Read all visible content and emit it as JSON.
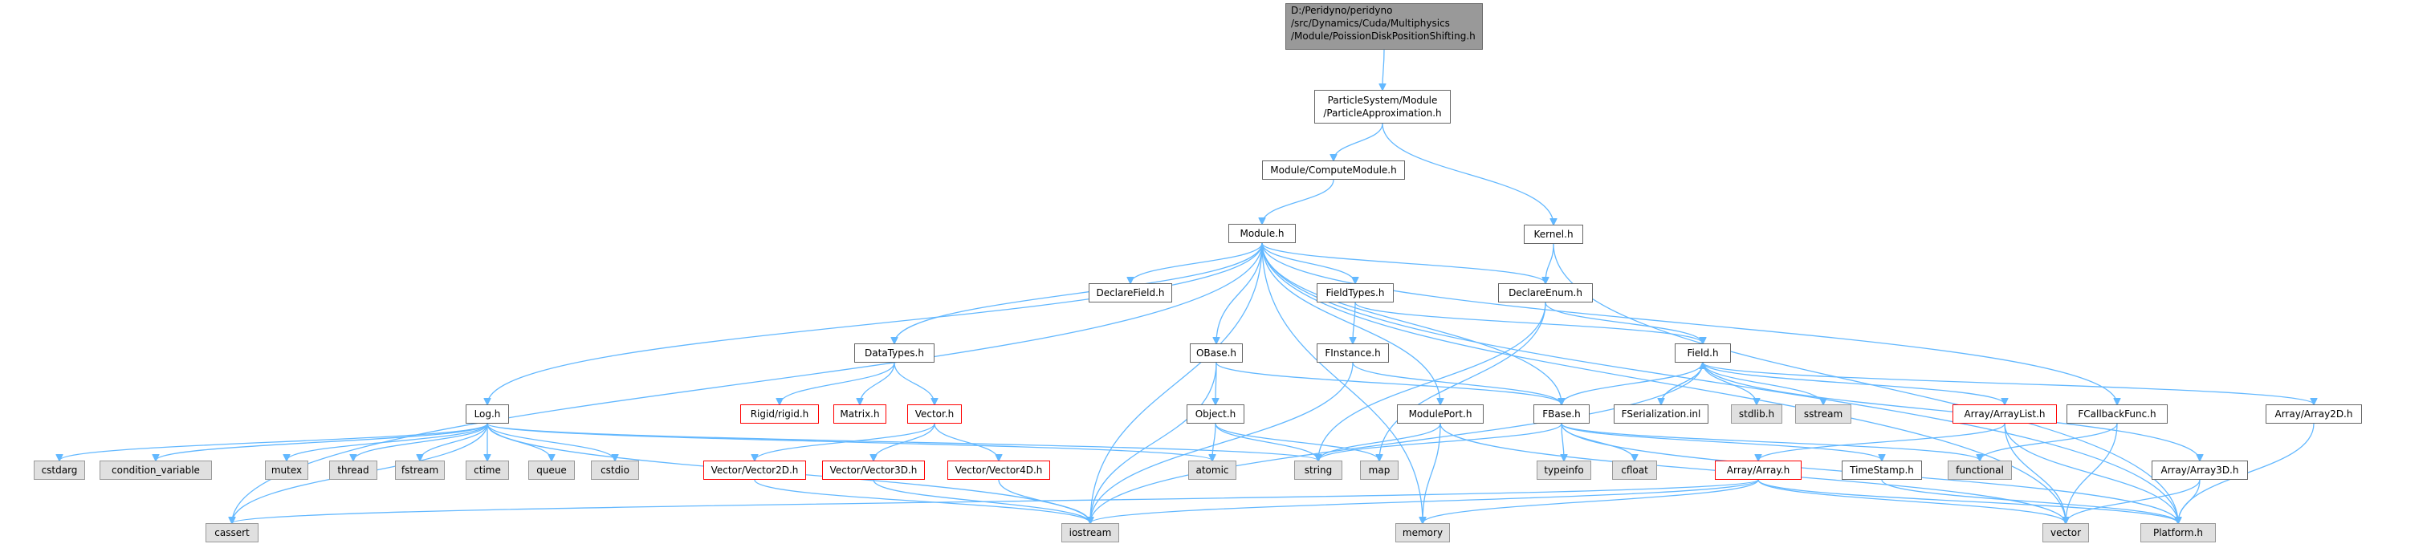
{
  "colors": {
    "edge": "#63b8ff",
    "root_fill": "#999999",
    "missing_fill": "#e0e0e0",
    "red_border": "#ff0000",
    "normal_border": "#666666"
  },
  "nodes": {
    "root": {
      "lines": [
        "D:/Peridyno/peridyno",
        "/src/Dynamics/Cuda/Multiphysics",
        "/Module/PoissionDiskPositionShifting.h"
      ]
    },
    "particle_approx": {
      "lines": [
        "ParticleSystem/Module",
        "/ParticleApproximation.h"
      ]
    },
    "compute_module": {
      "label": "Module/ComputeModule.h"
    },
    "kernel": {
      "label": "Kernel.h"
    },
    "module": {
      "label": "Module.h"
    },
    "declare_field": {
      "label": "DeclareField.h"
    },
    "field_types": {
      "label": "FieldTypes.h"
    },
    "declare_enum": {
      "label": "DeclareEnum.h"
    },
    "data_types": {
      "label": "DataTypes.h"
    },
    "obase": {
      "label": "OBase.h"
    },
    "finstance": {
      "label": "FInstance.h"
    },
    "field": {
      "label": "Field.h"
    },
    "log": {
      "label": "Log.h"
    },
    "rigid": {
      "label": "Rigid/rigid.h"
    },
    "matrix": {
      "label": "Matrix.h"
    },
    "vector": {
      "label": "Vector.h"
    },
    "object": {
      "label": "Object.h"
    },
    "module_port": {
      "label": "ModulePort.h"
    },
    "fbase": {
      "label": "FBase.h"
    },
    "fserialization": {
      "label": "FSerialization.inl"
    },
    "stdlib": {
      "label": "stdlib.h"
    },
    "sstream": {
      "label": "sstream"
    },
    "array_list": {
      "label": "Array/ArrayList.h"
    },
    "fcallback": {
      "label": "FCallbackFunc.h"
    },
    "array2d": {
      "label": "Array/Array2D.h"
    },
    "cstdarg": {
      "label": "cstdarg"
    },
    "condition_variable": {
      "label": "condition_variable"
    },
    "mutex": {
      "label": "mutex"
    },
    "thread": {
      "label": "thread"
    },
    "fstream": {
      "label": "fstream"
    },
    "ctime": {
      "label": "ctime"
    },
    "queue": {
      "label": "queue"
    },
    "cstdio": {
      "label": "cstdio"
    },
    "vector2d": {
      "label": "Vector/Vector2D.h"
    },
    "vector3d": {
      "label": "Vector/Vector3D.h"
    },
    "vector4d": {
      "label": "Vector/Vector4D.h"
    },
    "atomic": {
      "label": "atomic"
    },
    "string": {
      "label": "string"
    },
    "map": {
      "label": "map"
    },
    "typeinfo": {
      "label": "typeinfo"
    },
    "cfloat": {
      "label": "cfloat"
    },
    "array": {
      "label": "Array/Array.h"
    },
    "timestamp": {
      "label": "TimeStamp.h"
    },
    "functional": {
      "label": "functional"
    },
    "array3d": {
      "label": "Array/Array3D.h"
    },
    "cassert": {
      "label": "cassert"
    },
    "iostream": {
      "label": "iostream"
    },
    "memory": {
      "label": "memory"
    },
    "vector_std": {
      "label": "vector"
    },
    "platform": {
      "label": "Platform.h"
    }
  }
}
